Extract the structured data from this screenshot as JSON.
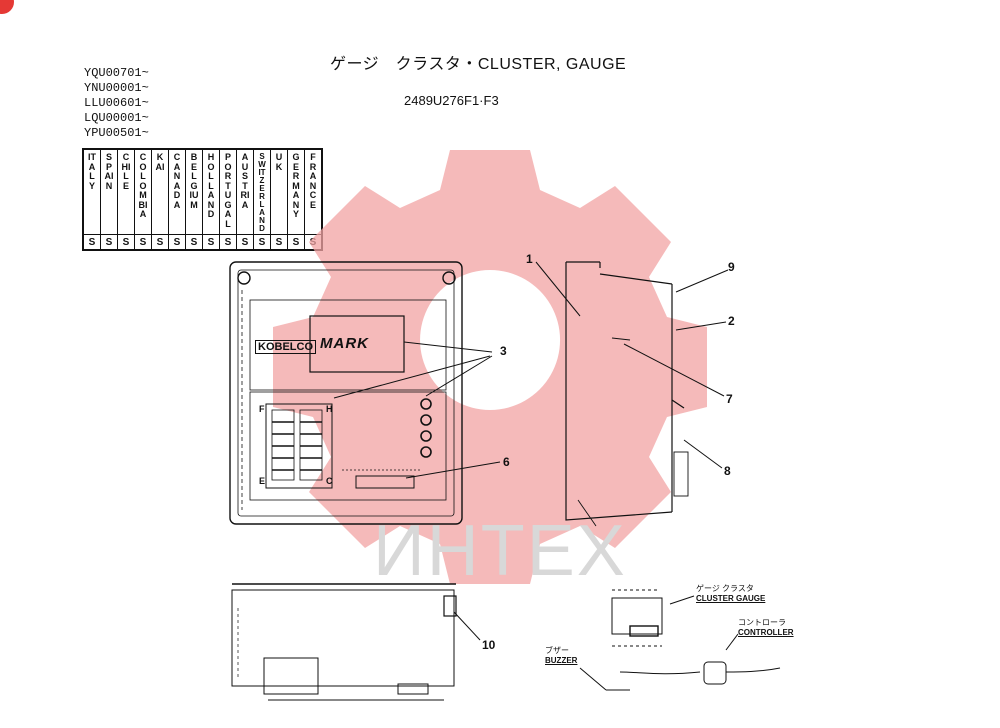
{
  "title": "ゲージ　クラスタ・CLUSTER, GAUGE",
  "part_number": "2489U276F1·F3",
  "serial_ranges": [
    "YQU00701~",
    "YNU00001~",
    "LLU00601~",
    "LQU00001~",
    "YPU00501~"
  ],
  "countries": [
    {
      "name": "ITALY",
      "mark": "S"
    },
    {
      "name": "SPAIN",
      "mark": "S"
    },
    {
      "name": "CHILE",
      "mark": "S"
    },
    {
      "name": "COLOMBIA",
      "mark": "S"
    },
    {
      "name": "KAI",
      "mark": "S"
    },
    {
      "name": "CANADA",
      "mark": "S"
    },
    {
      "name": "BELGIUM",
      "mark": "S"
    },
    {
      "name": "HOLLAND",
      "mark": "S"
    },
    {
      "name": "PORTUGAL",
      "mark": "S"
    },
    {
      "name": "AUSTRIA",
      "mark": "S"
    },
    {
      "name": "SWITZERLAND",
      "mark": "S"
    },
    {
      "name": "UK",
      "mark": "S"
    },
    {
      "name": "GERMANY",
      "mark": "S"
    },
    {
      "name": "FRANCE",
      "mark": "S"
    }
  ],
  "panel": {
    "brand_logo": "KOBELCO",
    "mark_logo": "MARK",
    "gauge_left_label": "F",
    "gauge_right_label": "H",
    "gauge_bottom_left": "E",
    "gauge_bottom_right": "C"
  },
  "callouts": [
    "1",
    "2",
    "3",
    "6",
    "7",
    "8",
    "9",
    "10"
  ],
  "wiring": {
    "cluster_gauge_jp": "ゲージ クラスタ",
    "cluster_gauge_en": "CLUSTER GAUGE",
    "controller_jp": "コントローラ",
    "controller_en": "CONTROLLER",
    "buzzer_jp": "ブザー",
    "buzzer_en": "BUZZER"
  },
  "watermark": "ИНТЕХ",
  "colors": {
    "watermark_gear": "#f2a3a3",
    "line": "#111111",
    "badge": "#e53935"
  }
}
